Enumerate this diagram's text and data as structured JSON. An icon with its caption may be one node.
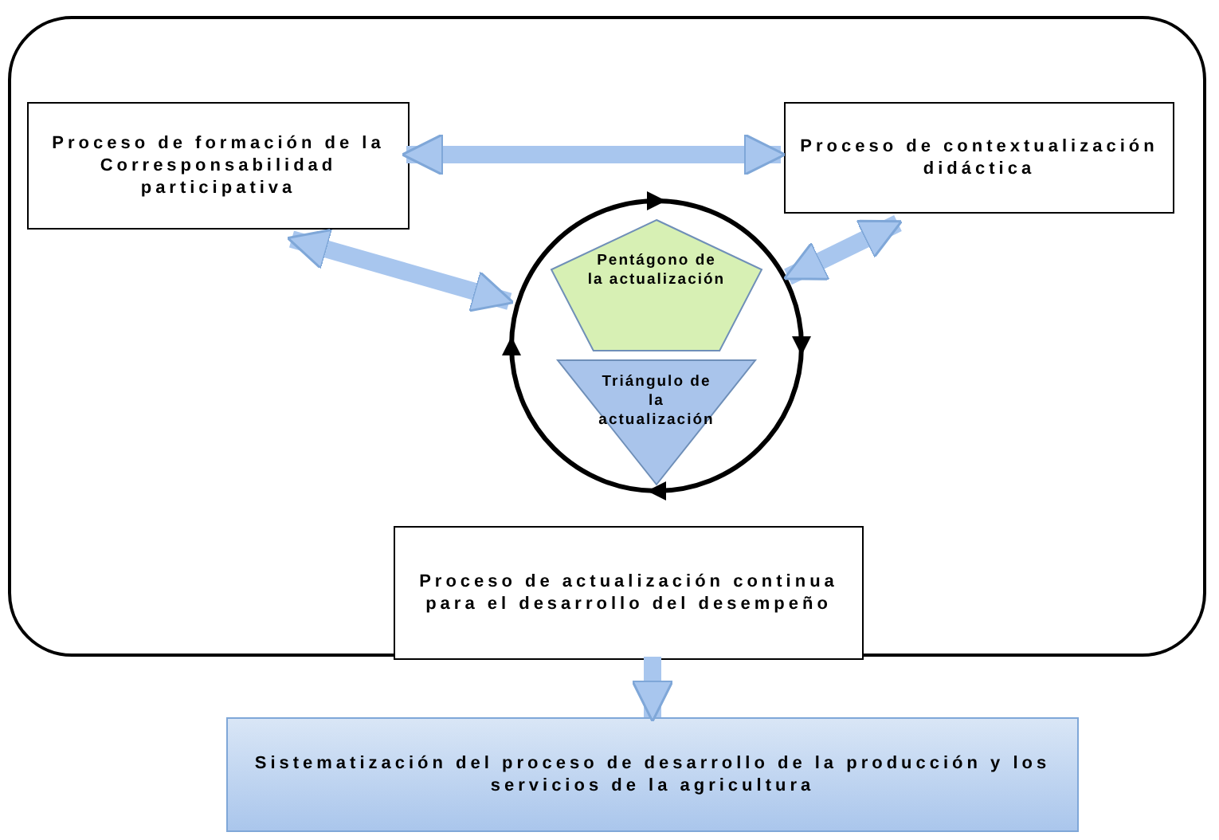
{
  "diagram": {
    "nodes": [
      {
        "text": [],
        "shape": "box"
      },
      {
        "text": [
          "Proceso de formación de la Corresponsabilidad participativa"
        ],
        "in": 0
      },
      {
        "text": [
          "Proceso de contextualización didáctica"
        ],
        "in": 0
      },
      {
        "text": [],
        "shape": "circle",
        "in": 0
      },
      {
        "text": [
          "Pentágono de la actualización"
        ],
        "in": 3
      },
      {
        "text": [
          "Triángulo de la actualización"
        ],
        "in": 3
      },
      {
        "text": [
          "Proceso de actualización continua para el desarrollo del desempeño"
        ],
        "in": 0
      },
      {
        "text": [
          "Sistematización del proceso de desarrollo de la producción y los servicios de la agricultura"
        ]
      }
    ],
    "edges": [
      {
        "from": 1,
        "to": 2,
        "arrow": "both"
      },
      {
        "from": 1,
        "to": 3,
        "arrow": "both"
      },
      {
        "from": 2,
        "to": 3,
        "arrow": "both"
      },
      {
        "from": 0,
        "to": 7,
        "arrow": "to"
      }
    ]
  }
}
